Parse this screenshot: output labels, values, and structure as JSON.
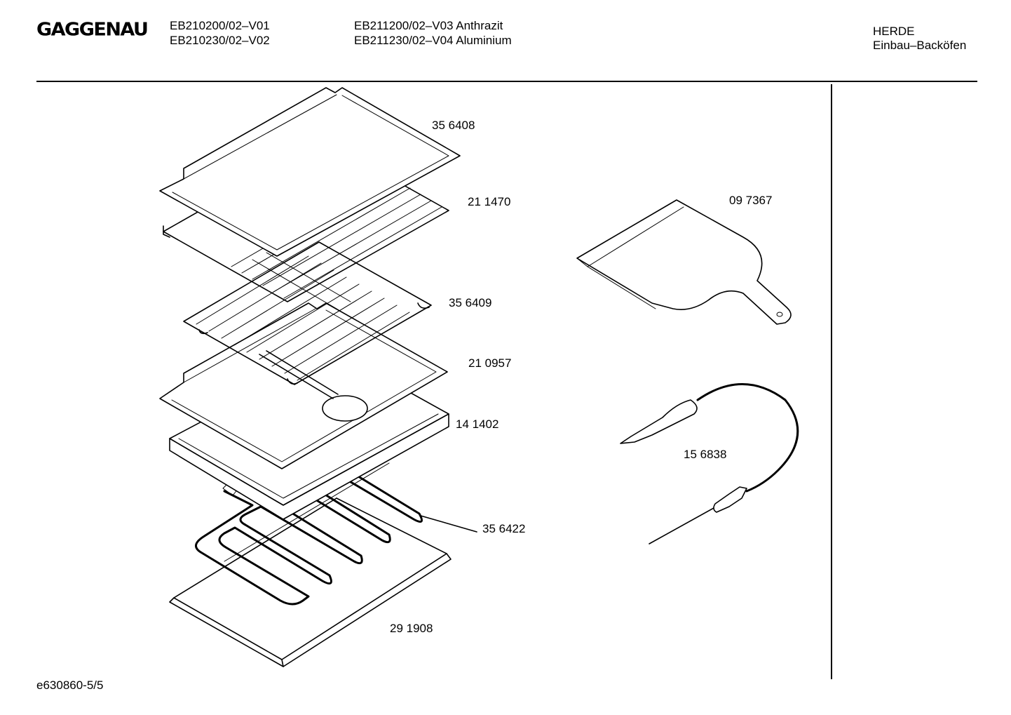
{
  "header": {
    "brand": "GAGGENAU",
    "models_col1": [
      "EB210200/02–V01",
      "EB210230/02–V02"
    ],
    "models_col2": [
      "EB211200/02–V03 Anthrazit",
      "EB211230/02–V04 Aluminium"
    ],
    "category": [
      "HERDE",
      "Einbau–Backöfen"
    ]
  },
  "parts": [
    {
      "id": "baking-tray-top",
      "number": "35 6408"
    },
    {
      "id": "grid-shelf-top",
      "number": "21 1470"
    },
    {
      "id": "grid-shelf-middle",
      "number": "35 6409"
    },
    {
      "id": "tray-with-plate",
      "number": "21 0957"
    },
    {
      "id": "deep-pan",
      "number": "14 1402"
    },
    {
      "id": "heating-element",
      "number": "35 6422"
    },
    {
      "id": "bottom-shield",
      "number": "29 1908"
    },
    {
      "id": "pizza-peel",
      "number": "09 7367"
    },
    {
      "id": "meat-probe",
      "number": "15 6838"
    }
  ],
  "footer": {
    "document_id": "e630860-5/5"
  }
}
